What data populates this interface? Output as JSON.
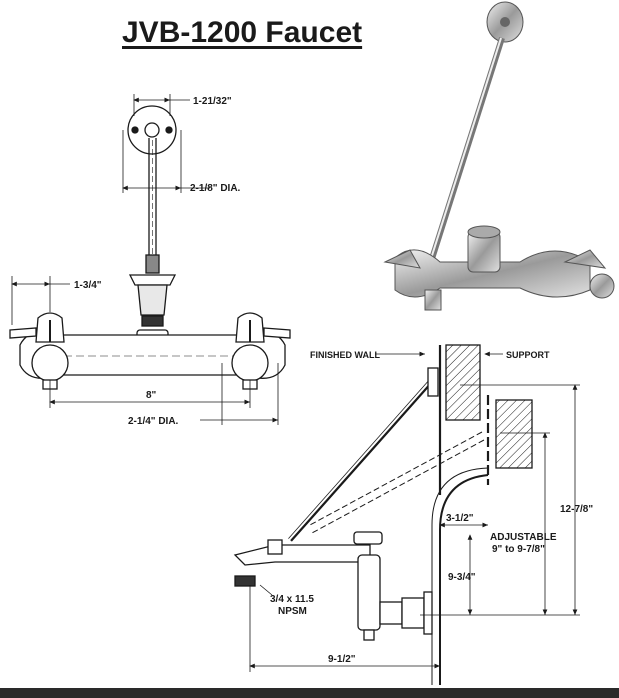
{
  "title": "JVB-1200 Faucet",
  "front_view": {
    "dim_flange_holes": "1-21/32\"",
    "dim_flange_dia": "2-1/8\" DIA.",
    "dim_handle": "1-3/4\"",
    "dim_centers": "8\"",
    "dim_eccentric_dia": "2-1/4\" DIA."
  },
  "side_view": {
    "label_finished_wall": "FINISHED WALL",
    "label_support": "SUPPORT",
    "dim_total_height": "12-7/8\"",
    "dim_adjustable_title": "ADJUSTABLE",
    "dim_adjustable_range": "9\" to 9-7/8\"",
    "dim_offset": "3-1/2\"",
    "dim_spout_height": "9-3/4\"",
    "dim_thread_size": "3/4 x 11.5",
    "dim_thread_type": "NPSM",
    "dim_projection": "9-1/2\""
  },
  "colors": {
    "ink": "#1a1a1a",
    "chrome_dark": "#555555",
    "chrome_light": "#d8d8d8"
  }
}
